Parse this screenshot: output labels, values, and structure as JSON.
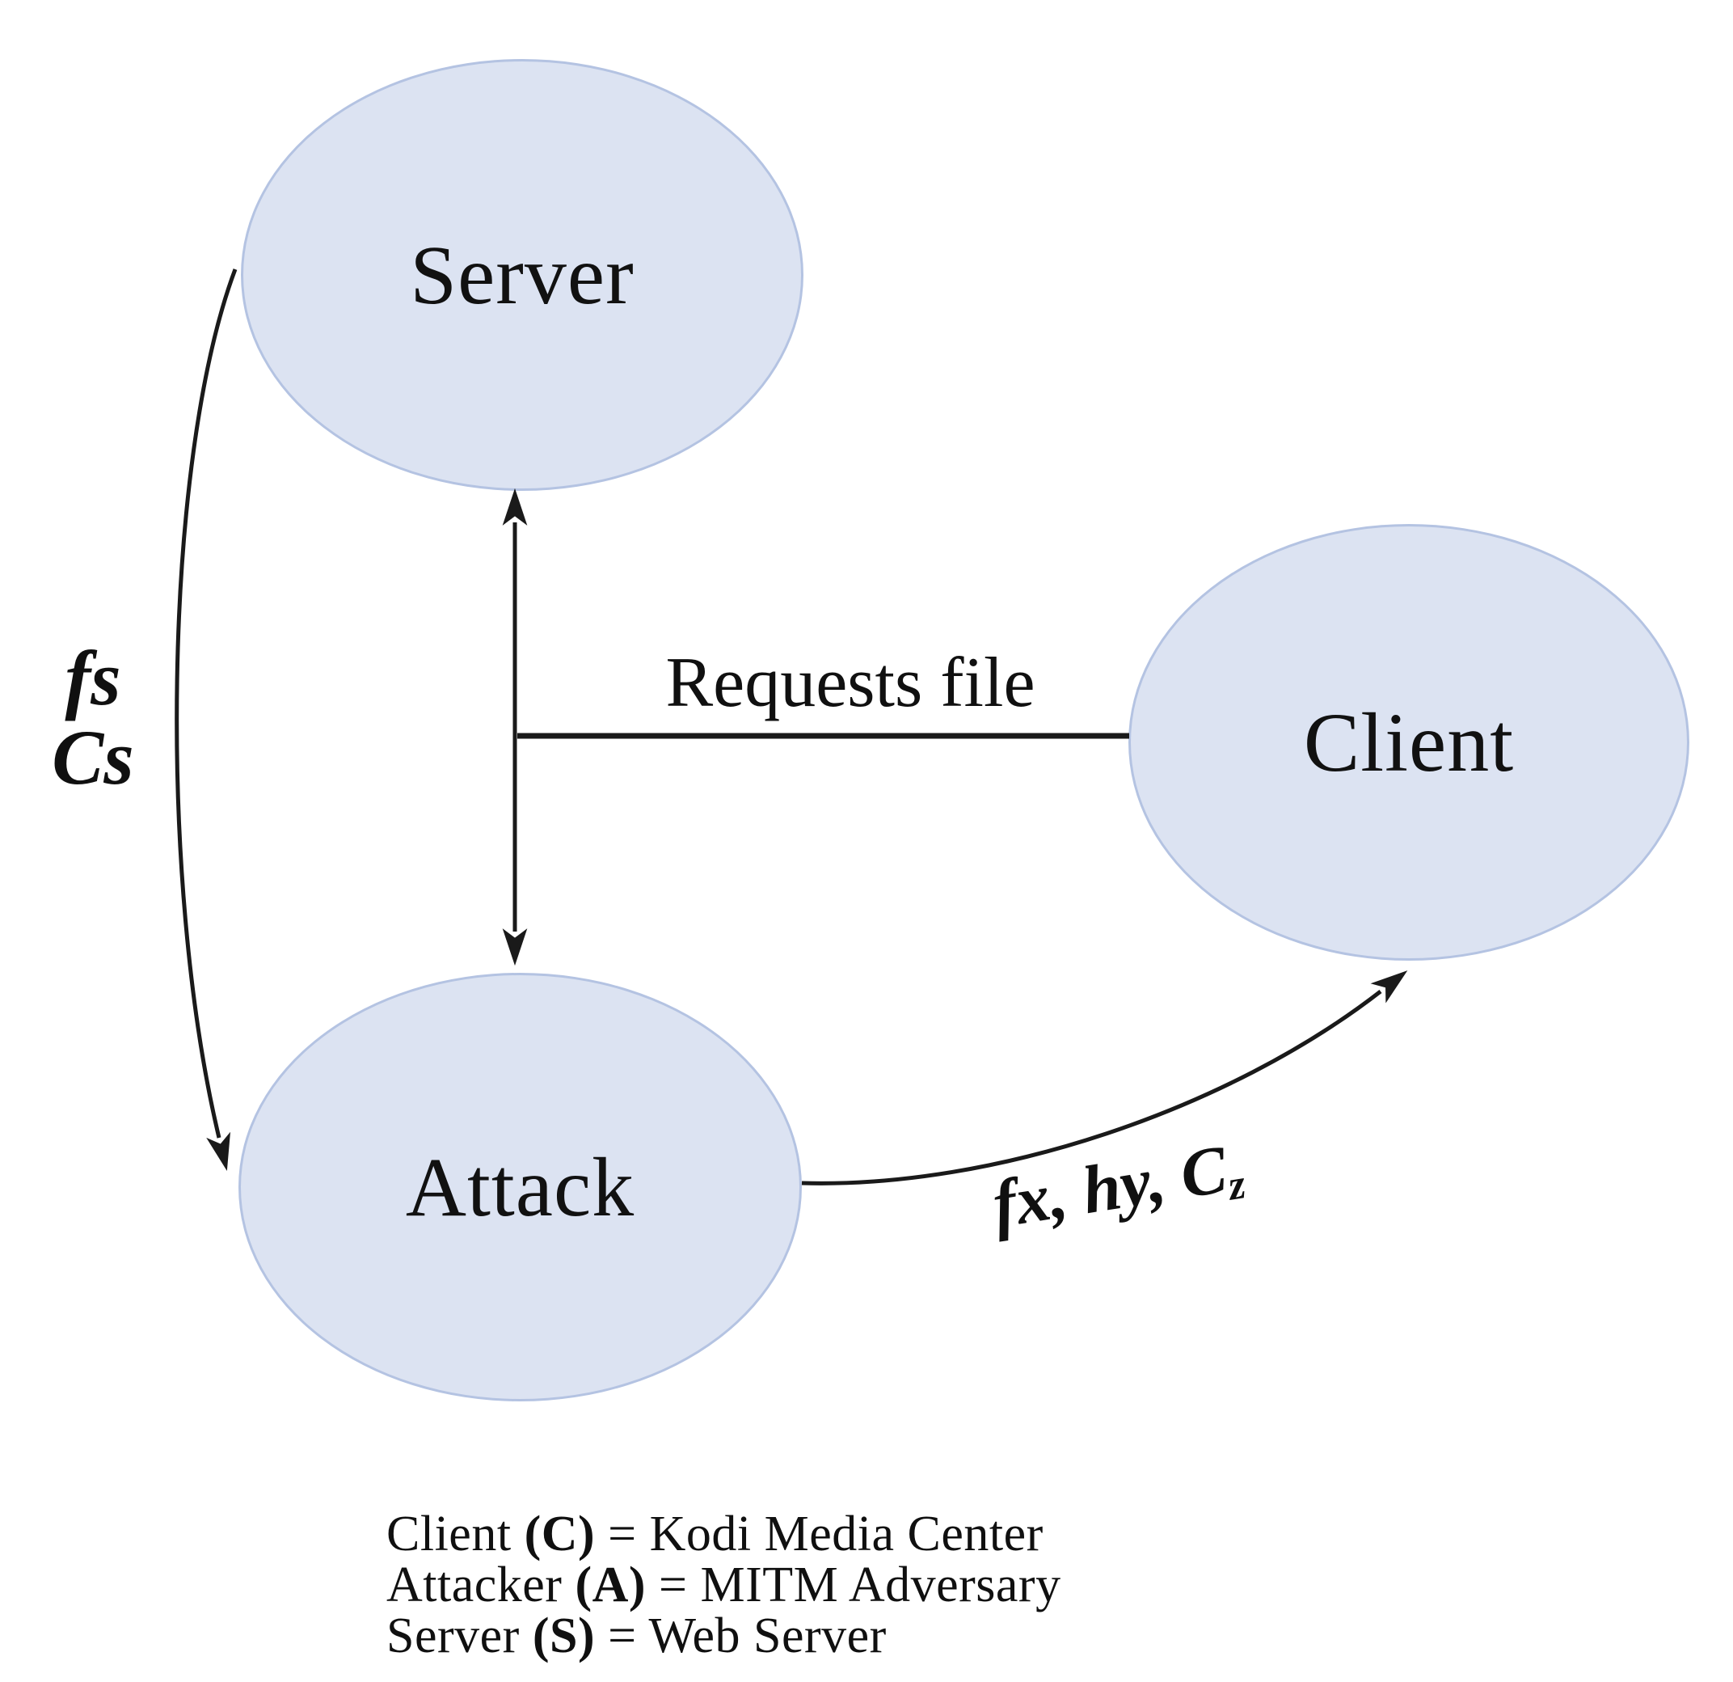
{
  "figure": {
    "background": "#ffffff",
    "node_fill": "#dce3f2",
    "node_border": "#b4c3e2",
    "line_color": "#1a1a1a"
  },
  "nodes": {
    "server": {
      "label": "Server"
    },
    "client": {
      "label": "Client"
    },
    "attack": {
      "label": "Attack"
    }
  },
  "edge_labels": {
    "server_attack_curve": {
      "line1": "fs",
      "line2": "Cs"
    },
    "client_request": "Requests file",
    "attack_client": {
      "main": "fx, hy, C",
      "sub": "z"
    }
  },
  "legend": {
    "lines": [
      {
        "name": "Client",
        "key": "(C)",
        "value": "= Kodi Media Center"
      },
      {
        "name": "Attacker",
        "key": "(A)",
        "value": "= MITM Adversary"
      },
      {
        "name": "Server",
        "key": "(S)",
        "value": "= Web Server"
      }
    ]
  }
}
